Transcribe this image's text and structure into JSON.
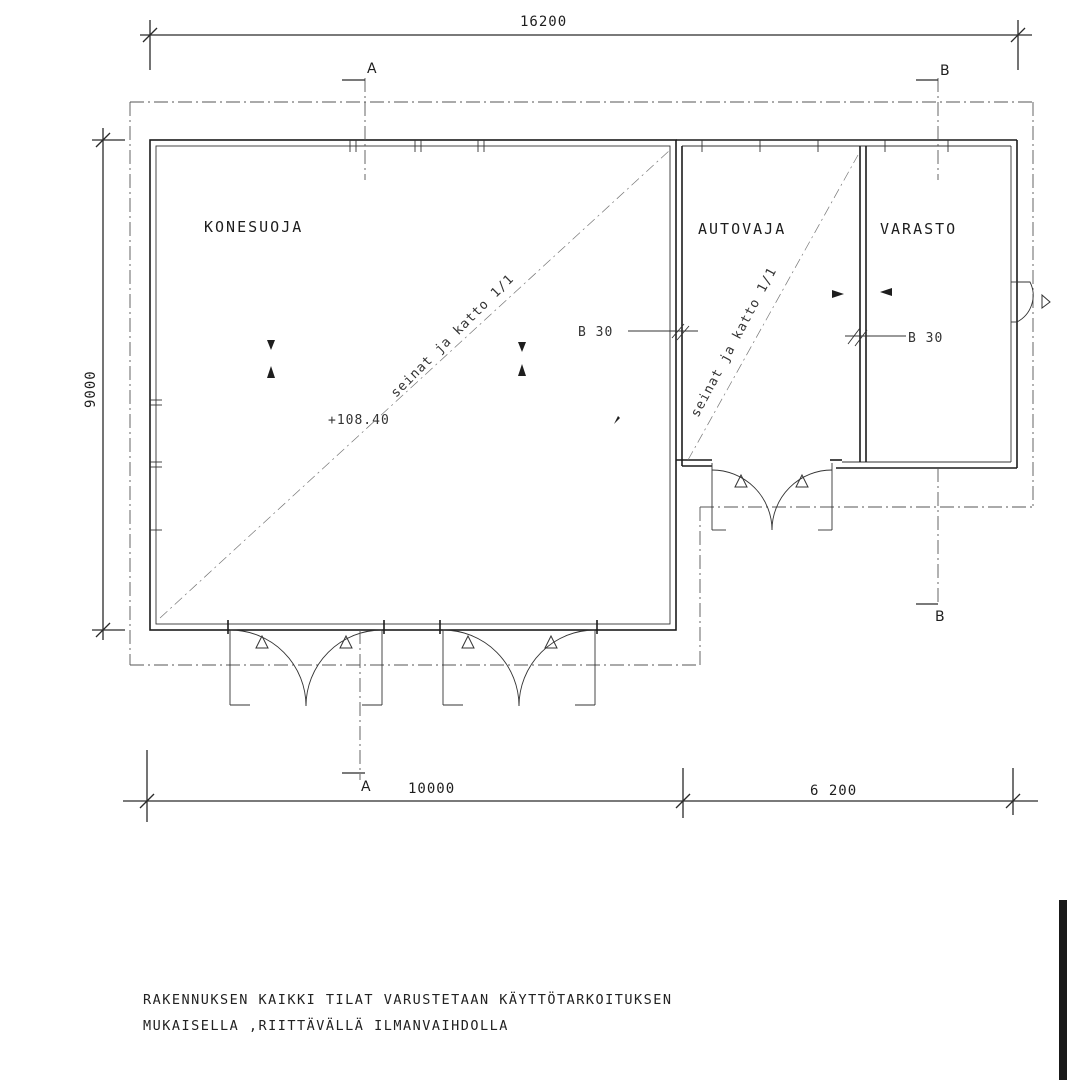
{
  "dimensions": {
    "total_width": "16200",
    "total_depth": "9000",
    "left_segment": "10000",
    "right_segment": "6 200"
  },
  "rooms": {
    "konesuoja": "KONESUOJA",
    "autovaja": "AUTOVAJA",
    "varasto": "VARASTO"
  },
  "fire_class": {
    "left": "B 30",
    "right": "B 30"
  },
  "annotations": {
    "roof_left": "seinat ja katto 1/1",
    "roof_right": "seinat ja katto 1/1",
    "floor_level": "+108.40"
  },
  "sections": {
    "a_top": "A",
    "a_bottom": "A",
    "b_top": "B",
    "b_bottom": "B"
  },
  "note": {
    "line1": "RAKENNUKSEN  KAIKKI TILAT VARUSTETAAN KÄYTTÖTARKOITUKSEN",
    "line2": "MUKAISELLA ,RIITTÄVÄLLÄ ILMANVAIHDOLLA"
  }
}
